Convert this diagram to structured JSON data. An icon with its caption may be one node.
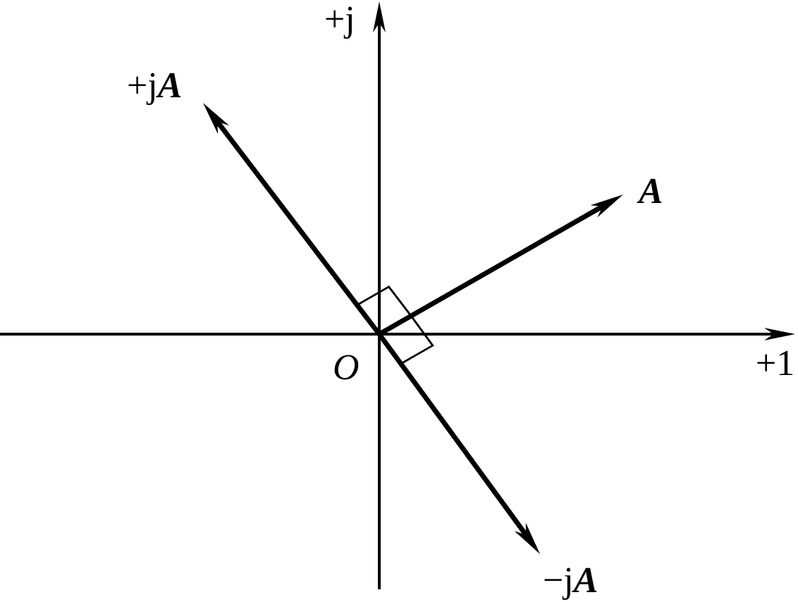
{
  "diagram": {
    "labels": [
      "+j",
      "+j**A**",
      "A",
      "O",
      "+1",
      "−j**A**"
    ]
  }
}
